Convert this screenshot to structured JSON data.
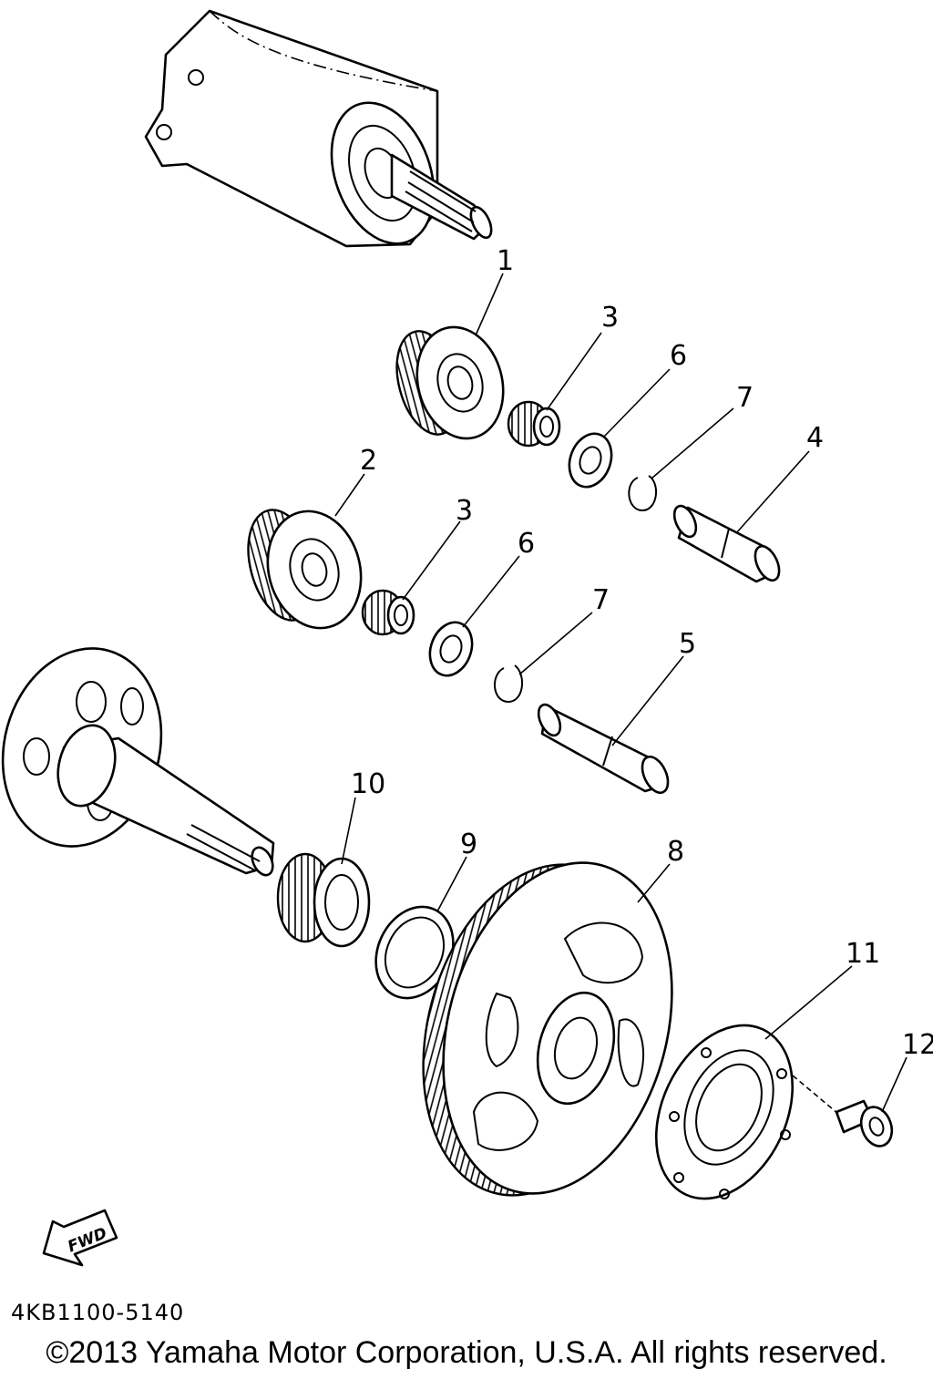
{
  "diagram": {
    "callouts": [
      "1",
      "2",
      "3",
      "3",
      "4",
      "5",
      "6",
      "6",
      "7",
      "7",
      "8",
      "9",
      "10",
      "11",
      "12"
    ],
    "fwd_arrow_label": "FWD"
  },
  "footer": {
    "doc_code": "4KB1100-5140",
    "copyright": "©2013 Yamaha Motor Corporation, U.S.A. All rights reserved."
  }
}
